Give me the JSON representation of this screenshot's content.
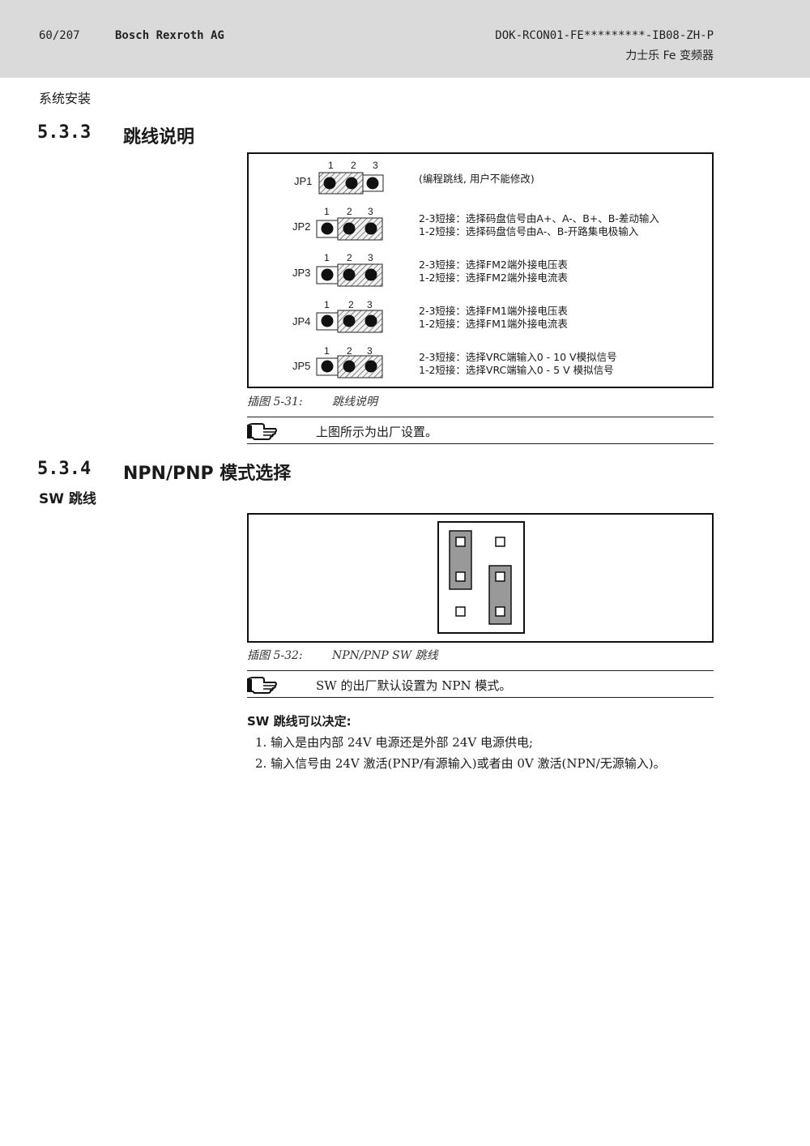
{
  "header": {
    "page": "60/207",
    "company": "Bosch Rexroth AG",
    "doc_code": "DOK-RCON01-FE*********-IB08-ZH-P",
    "product": "力士乐 Fe 变频器"
  },
  "chapter": "系统安装",
  "section_533": {
    "number": "5.3.3",
    "title": "跳线说明"
  },
  "figure_531": {
    "pin_numbers": [
      "1",
      "2",
      "3"
    ],
    "jumpers": [
      {
        "label": "JP1",
        "line1": "(编程跳线, 用户不能修改)",
        "line2": ""
      },
      {
        "label": "JP2",
        "line1": "2-3短接：选择码盘信号由A+、A-、B+、B-差动输入",
        "line2": "1-2短接：选择码盘信号由A-、B-开路集电极输入"
      },
      {
        "label": "JP3",
        "line1": "2-3短接：选择FM2端外接电压表",
        "line2": "1-2短接：选择FM2端外接电流表"
      },
      {
        "label": "JP4",
        "line1": "2-3短接：选择FM1端外接电压表",
        "line2": "1-2短接：选择FM1端外接电流表"
      },
      {
        "label": "JP5",
        "line1": "2-3短接：选择VRC端输入0 - 10 V模拟信号",
        "line2": "1-2短接：选择VRC端输入0 - 5 V 模拟信号"
      }
    ],
    "caption_num": "插图 5-31:",
    "caption_text": "跳线说明"
  },
  "note_1": "上图所示为出厂设置。",
  "section_534": {
    "number": "5.3.4",
    "title": "NPN/PNP 模式选择"
  },
  "sw_heading": "SW 跳线",
  "figure_532": {
    "caption_num": "插图 5-32:",
    "caption_text": "NPN/PNP SW 跳线"
  },
  "note_2": "SW 的出厂默认设置为 NPN 模式。",
  "list": {
    "heading": "SW 跳线可以决定:",
    "items": [
      "1.  输入是由内部 24V 电源还是外部 24V 电源供电;",
      "2.  输入信号由 24V 激活(PNP/有源输入)或者由 0V 激活(NPN/无源输入)。"
    ]
  }
}
